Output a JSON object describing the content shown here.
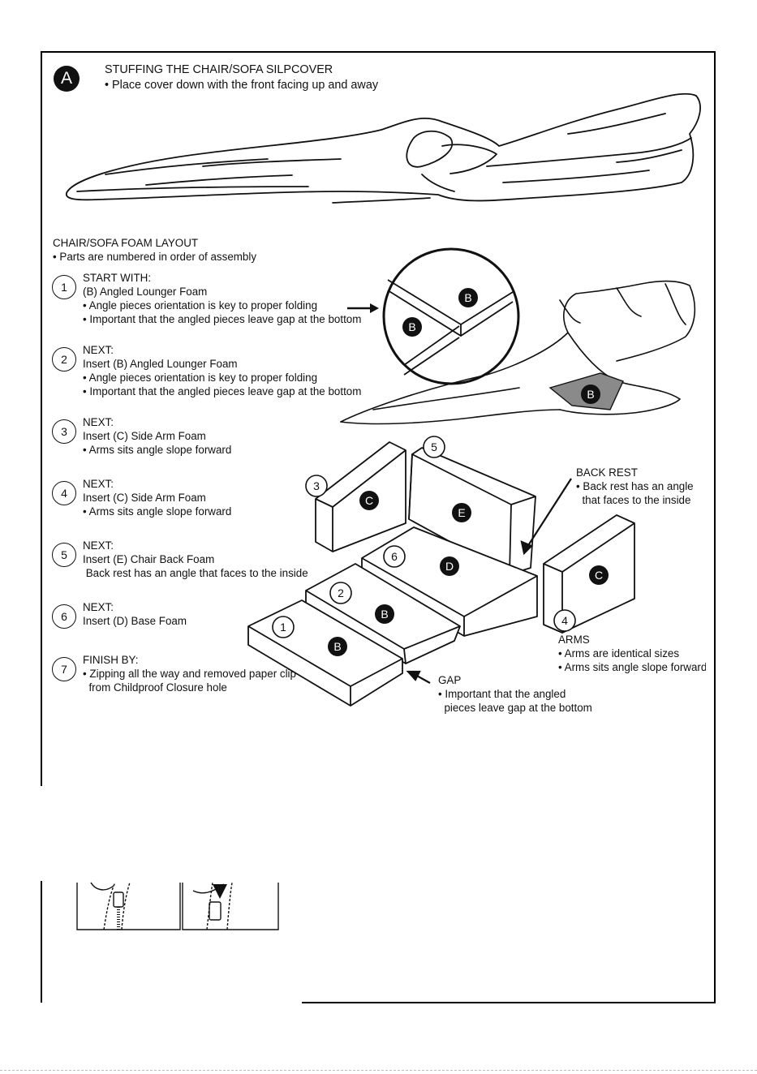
{
  "section": {
    "badge": "A",
    "title": "STUFFING THE CHAIR/SOFA SILPCOVER",
    "subtitle": "• Place cover down with the front facing up and away"
  },
  "layout": {
    "title": "CHAIR/SOFA FOAM LAYOUT",
    "note": "• Parts are numbered in order of assembly"
  },
  "steps": [
    {
      "num": "1",
      "lines": [
        "START WITH:",
        "(B) Angled Lounger Foam",
        "• Angle pieces orientation is key to proper folding",
        "• Important that the angled pieces leave gap at the bottom"
      ]
    },
    {
      "num": "2",
      "lines": [
        "NEXT:",
        "Insert (B) Angled Lounger Foam",
        "• Angle pieces orientation is key to proper folding",
        "• Important that the angled pieces leave gap at the bottom"
      ]
    },
    {
      "num": "3",
      "lines": [
        "NEXT:",
        "Insert (C) Side Arm Foam",
        "• Arms sits angle slope forward"
      ]
    },
    {
      "num": "4",
      "lines": [
        "NEXT:",
        "Insert (C) Side Arm Foam",
        "• Arms sits angle slope forward"
      ]
    },
    {
      "num": "5",
      "lines": [
        "NEXT:",
        "Insert (E) Chair Back Foam",
        " Back rest has an angle that faces to the inside"
      ]
    },
    {
      "num": "6",
      "lines": [
        "NEXT:",
        "Insert (D) Base Foam"
      ]
    },
    {
      "num": "7",
      "lines": [
        "FINISH BY:",
        "• Zipping all the way and removed paper clip",
        "  from Childproof Closure hole"
      ]
    }
  ],
  "callouts": {
    "back_rest": [
      "BACK REST",
      "• Back rest has an angle",
      "  that faces to the inside"
    ],
    "arms": [
      "ARMS",
      "• Arms are identical sizes",
      "• Arms sits angle slope forward"
    ],
    "gap": [
      "GAP",
      "• Important that the angled",
      "  pieces leave gap at the bottom"
    ]
  },
  "diagram_labels": {
    "detail_b_top": "B",
    "detail_b_bottom": "B",
    "cover_b": "B",
    "arm_left": "C",
    "back": "E",
    "base": "D",
    "arm_right": "C",
    "lounger_2": "B",
    "lounger_1": "B",
    "num_1": "1",
    "num_2": "2",
    "num_3": "3",
    "num_4": "4",
    "num_5": "5",
    "num_6": "6"
  }
}
